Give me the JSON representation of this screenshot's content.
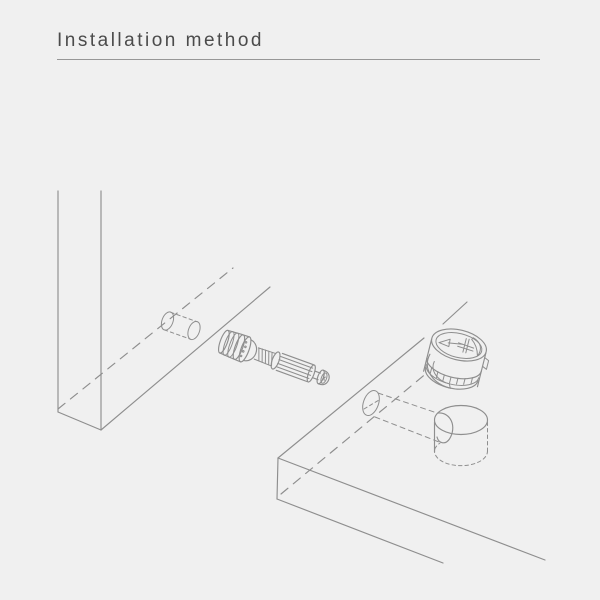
{
  "header": {
    "title": "Installation method"
  },
  "theme": {
    "background_color": "#f0f0f0",
    "line_color": "#8e8e8e",
    "title_color": "#4b4b4b",
    "underline_color": "#979797"
  },
  "diagram": {
    "type": "exploded-assembly-line-art",
    "parts": [
      "vertical-panel",
      "dowel-hole",
      "cam-bolt",
      "horizontal-panel",
      "edge-hole",
      "drill-channel",
      "cam-seat-hole",
      "cam-lock"
    ]
  }
}
